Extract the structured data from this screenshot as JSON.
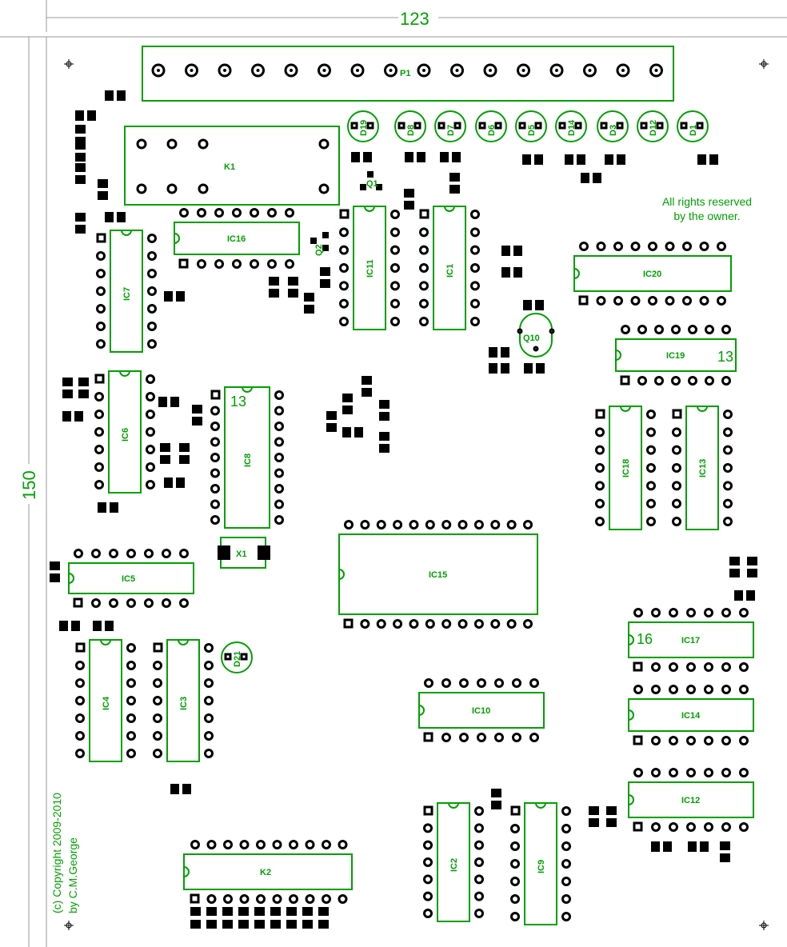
{
  "dimensions": {
    "width_label": "123",
    "height_label": "150"
  },
  "notes": {
    "rights_line1": "All rights reserved",
    "rights_line2": "by the owner.",
    "copyright_line1": "(c) Copyright 2009-2010",
    "copyright_line2": "by C.M.George"
  },
  "connector": {
    "label": "P1",
    "pins": 16
  },
  "relay": {
    "label": "K1"
  },
  "relay2": {
    "label": "K2"
  },
  "crystal": {
    "label": "X1"
  },
  "transistors": [
    {
      "label": "Q1"
    },
    {
      "label": "Q2"
    },
    {
      "label": "Q10"
    }
  ],
  "leds": [
    "D19",
    "D8",
    "D7",
    "D6",
    "D5",
    "D14",
    "D3",
    "D12",
    "D1",
    "D21"
  ],
  "ics": [
    {
      "label": "IC1"
    },
    {
      "label": "IC2"
    },
    {
      "label": "IC3"
    },
    {
      "label": "IC4"
    },
    {
      "label": "IC5"
    },
    {
      "label": "IC6"
    },
    {
      "label": "IC7"
    },
    {
      "label": "IC8"
    },
    {
      "label": "IC9"
    },
    {
      "label": "IC10"
    },
    {
      "label": "IC11"
    },
    {
      "label": "IC12"
    },
    {
      "label": "IC13"
    },
    {
      "label": "IC14"
    },
    {
      "label": "IC15"
    },
    {
      "label": "IC16"
    },
    {
      "label": "IC17"
    },
    {
      "label": "IC18"
    },
    {
      "label": "IC19"
    },
    {
      "label": "IC20"
    }
  ],
  "pin_markers": {
    "ic8": "13",
    "ic19": "13",
    "ic17": "16"
  },
  "colors": {
    "silkscreen": "#00a000",
    "copper": "#000000",
    "dimension_line": "#999999"
  }
}
